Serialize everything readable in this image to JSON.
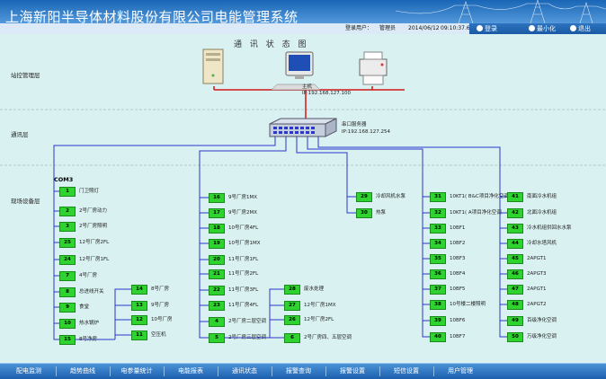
{
  "header": {
    "title": "上海新阳半导体材料股份有限公司电能管理系统",
    "login_label": "登录用户：",
    "user": "管理员",
    "date": "2014/06/12",
    "time": "09:10:37.6",
    "login_button": "登录",
    "minimize_button": "最小化",
    "exit_button": "退出"
  },
  "diagram": {
    "title": "通 讯 状 态 图",
    "layers": {
      "control": "站控管理层",
      "comm": "通讯层",
      "field": "现场设备层"
    },
    "host": {
      "name": "主机",
      "ip": "IP:192.168.127.100"
    },
    "serial_server": {
      "name": "串口服务器",
      "ip": "IP:192.168.127.254"
    },
    "com_label": "COM3"
  },
  "nodes_col1": [
    {
      "id": "1",
      "label": "门卫照灯"
    },
    {
      "id": "2",
      "label": "2号厂房动力"
    },
    {
      "id": "3",
      "label": "2号厂房照明"
    },
    {
      "id": "25",
      "label": "12号厂房2FL"
    },
    {
      "id": "24",
      "label": "12号厂房1FL"
    },
    {
      "id": "7",
      "label": "4号厂房"
    },
    {
      "id": "8",
      "label": "总进线开关"
    },
    {
      "id": "9",
      "label": "食堂"
    },
    {
      "id": "10",
      "label": "热水锅炉"
    },
    {
      "id": "15",
      "label": "8号净房"
    }
  ],
  "nodes_col2": [
    {
      "id": "14",
      "label": "8号厂房"
    },
    {
      "id": "13",
      "label": "9号厂房"
    },
    {
      "id": "12",
      "label": "10号厂房"
    },
    {
      "id": "11",
      "label": "空压机"
    }
  ],
  "nodes_col3": [
    {
      "id": "16",
      "label": "9号厂房1MX"
    },
    {
      "id": "17",
      "label": "9号厂房2MX"
    },
    {
      "id": "18",
      "label": "10号厂房4FL"
    },
    {
      "id": "19",
      "label": "10号厂房1MX"
    },
    {
      "id": "20",
      "label": "11号厂房1FL"
    },
    {
      "id": "21",
      "label": "11号厂房2FL"
    },
    {
      "id": "22",
      "label": "11号厂房3FL"
    },
    {
      "id": "23",
      "label": "11号厂房4FL"
    },
    {
      "id": "4",
      "label": "2号厂房二层空调"
    },
    {
      "id": "5",
      "label": "2号厂房三层空调"
    }
  ],
  "nodes_col4": [
    {
      "id": "28",
      "label": "废水处理"
    },
    {
      "id": "27",
      "label": "12号厂房1MX"
    },
    {
      "id": "26",
      "label": "12号厂房2FL"
    },
    {
      "id": "6",
      "label": "2号厂房四、五层空调"
    }
  ],
  "nodes_col5": [
    {
      "id": "29",
      "label": "冷却风机水泵"
    },
    {
      "id": "30",
      "label": "热泵"
    }
  ],
  "nodes_col6": [
    {
      "id": "31",
      "label": "10KT1( B&C项目净化空调"
    },
    {
      "id": "32",
      "label": "10KT1( A项目净化空调"
    },
    {
      "id": "33",
      "label": "10BF1"
    },
    {
      "id": "34",
      "label": "10BF2"
    },
    {
      "id": "35",
      "label": "10BF3"
    },
    {
      "id": "36",
      "label": "10BF4"
    },
    {
      "id": "37",
      "label": "10BF5"
    },
    {
      "id": "38",
      "label": "10号楼二楼照明"
    },
    {
      "id": "39",
      "label": "10BF6"
    },
    {
      "id": "40",
      "label": "10BF7"
    }
  ],
  "nodes_col7": [
    {
      "id": "41",
      "label": "南面冷水机组"
    },
    {
      "id": "42",
      "label": "北面冷水机组"
    },
    {
      "id": "43",
      "label": "冷水机组供回水水泵"
    },
    {
      "id": "44",
      "label": "冷却水塔风机"
    },
    {
      "id": "45",
      "label": "2APGT1"
    },
    {
      "id": "46",
      "label": "2APGT3"
    },
    {
      "id": "47",
      "label": "2APGT1"
    },
    {
      "id": "48",
      "label": "2APGT2"
    },
    {
      "id": "49",
      "label": "百级净化空调"
    },
    {
      "id": "50",
      "label": "万级净化空调"
    }
  ],
  "nav": [
    {
      "label": "配电监测"
    },
    {
      "label": "趋势曲线"
    },
    {
      "label": "电参量统计"
    },
    {
      "label": "电能报表"
    },
    {
      "label": "通讯状态"
    },
    {
      "label": "报警查询"
    },
    {
      "label": "报警设置"
    },
    {
      "label": "短信设置"
    },
    {
      "label": "用户管理"
    }
  ],
  "colors": {
    "node_ok": "#2fd32f",
    "wire": "#2a37c9",
    "header": "#1a66b6"
  },
  "icons": [
    "server-icon",
    "monitor-icon",
    "printer-icon",
    "switch-icon",
    "lock-icon",
    "minimize-icon",
    "exit-icon"
  ]
}
